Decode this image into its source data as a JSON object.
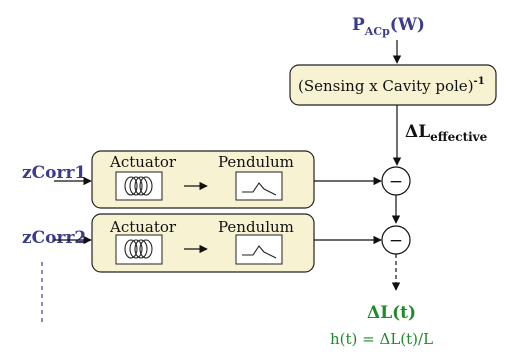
{
  "input_power": {
    "main": "P",
    "sub": "ACp",
    "unit": "(W)"
  },
  "sensing_block": {
    "label": "(Sensing x Cavity pole)",
    "exponent": "-1"
  },
  "delta_l_effective": {
    "symbol": "ΔL",
    "sub": "effective"
  },
  "channels": [
    {
      "input": "zCorr1",
      "actuator": "Actuator",
      "pendulum": "Pendulum"
    },
    {
      "input": "zCorr2",
      "actuator": "Actuator",
      "pendulum": "Pendulum"
    }
  ],
  "summing_sign": "−",
  "output": {
    "main": "ΔL(t)",
    "formula": "h(t) = ΔL(t)/L"
  },
  "colors": {
    "input_label": "#3b3b8f",
    "output_label": "#1f8a2a",
    "block_fill": "#f7f3d2"
  }
}
